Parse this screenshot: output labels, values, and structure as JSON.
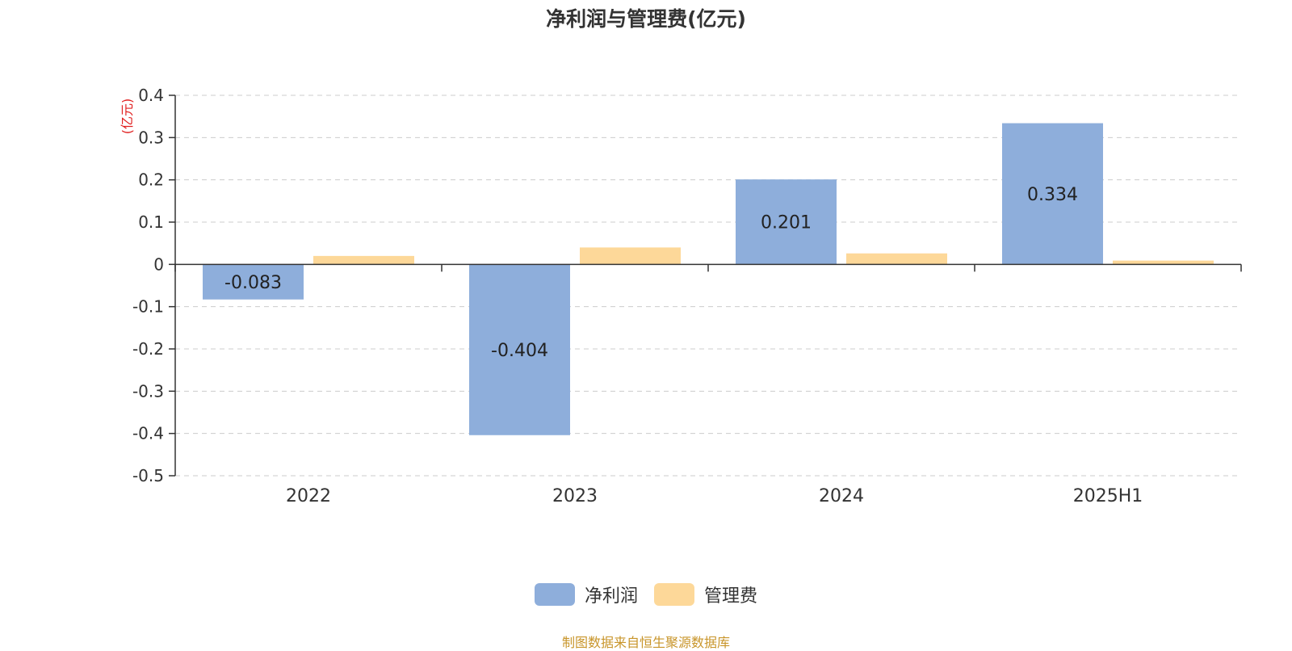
{
  "chart_data": {
    "type": "bar",
    "title": "净利润与管理费(亿元)",
    "unit_label": "(亿元)",
    "categories": [
      "2022",
      "2023",
      "2024",
      "2025H1"
    ],
    "series": [
      {
        "name": "净利润",
        "values": [
          -0.083,
          -0.404,
          0.201,
          0.334
        ],
        "color": "#8eaedb",
        "show_labels": true
      },
      {
        "name": "管理费",
        "values": [
          0.02,
          0.04,
          0.026,
          0.009
        ],
        "color": "#fdd899",
        "show_labels": false
      }
    ],
    "ylim": [
      -0.5,
      0.4
    ],
    "yticks": [
      0.4,
      0.3,
      0.2,
      0.1,
      0,
      -0.1,
      -0.2,
      -0.3,
      -0.4,
      -0.5
    ],
    "ytick_labels": [
      "0.4",
      "0.3",
      "0.2",
      "0.1",
      "0",
      "-0.1",
      "-0.2",
      "-0.3",
      "-0.4",
      "-0.5"
    ],
    "data_labels": [
      "-0.083",
      "-0.404",
      "0.201",
      "0.334"
    ],
    "grid": true,
    "legend_position": "bottom-center",
    "source": "制图数据来自恒生聚源数据库"
  }
}
